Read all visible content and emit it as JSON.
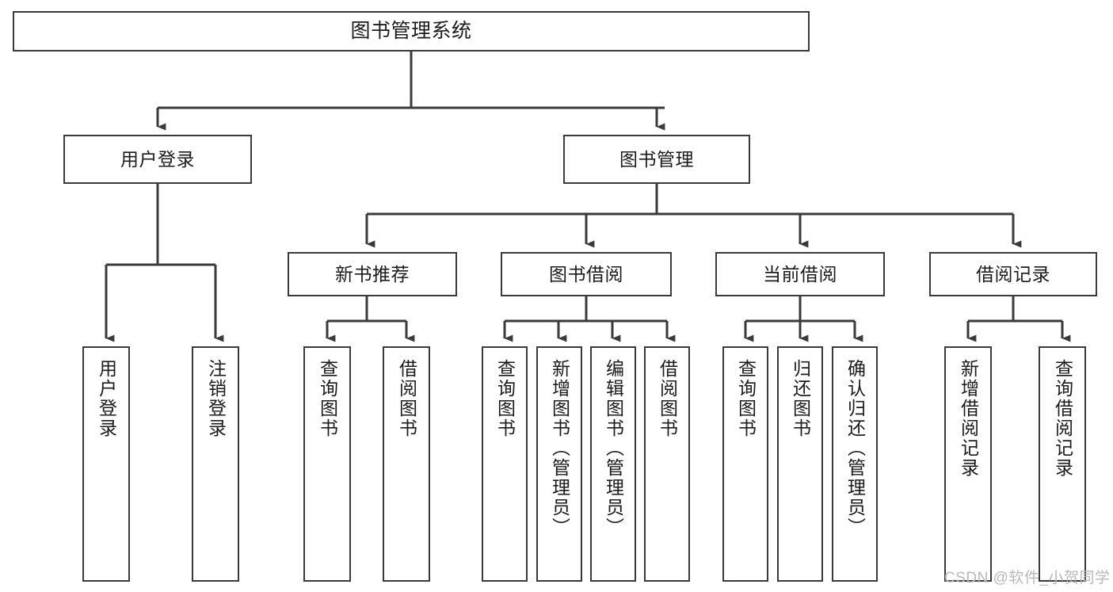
{
  "diagram": {
    "title": "图书管理系统",
    "type": "tree-hierarchy-chart",
    "root": {
      "label": "图书管理系统"
    },
    "level2": [
      {
        "label": "用户登录"
      },
      {
        "label": "图书管理"
      }
    ],
    "level3": [
      {
        "label": "新书推荐"
      },
      {
        "label": "图书借阅"
      },
      {
        "label": "当前借阅"
      },
      {
        "label": "借阅记录"
      }
    ],
    "leaves": {
      "user_login": [
        {
          "label": "用户登录"
        },
        {
          "label": "注销登录"
        }
      ],
      "new_book_recommend": [
        {
          "label": "查询图书"
        },
        {
          "label": "借阅图书"
        }
      ],
      "book_borrow": [
        {
          "label": "查询图书"
        },
        {
          "label": "新增图书（管理员）"
        },
        {
          "label": "编辑图书（管理员）"
        },
        {
          "label": "借阅图书"
        }
      ],
      "current_borrow": [
        {
          "label": "查询图书"
        },
        {
          "label": "归还图书"
        },
        {
          "label": "确认归还（管理员）"
        }
      ],
      "borrow_record": [
        {
          "label": "新增借阅记录"
        },
        {
          "label": "查询借阅记录"
        }
      ]
    }
  },
  "watermark": {
    "text": "CSDN @软件_小贺同学"
  },
  "colors": {
    "stroke": "#3a3a3a",
    "fill": "#ffffff",
    "text": "#1b1b1b",
    "watermark": "#b9b9b9"
  }
}
